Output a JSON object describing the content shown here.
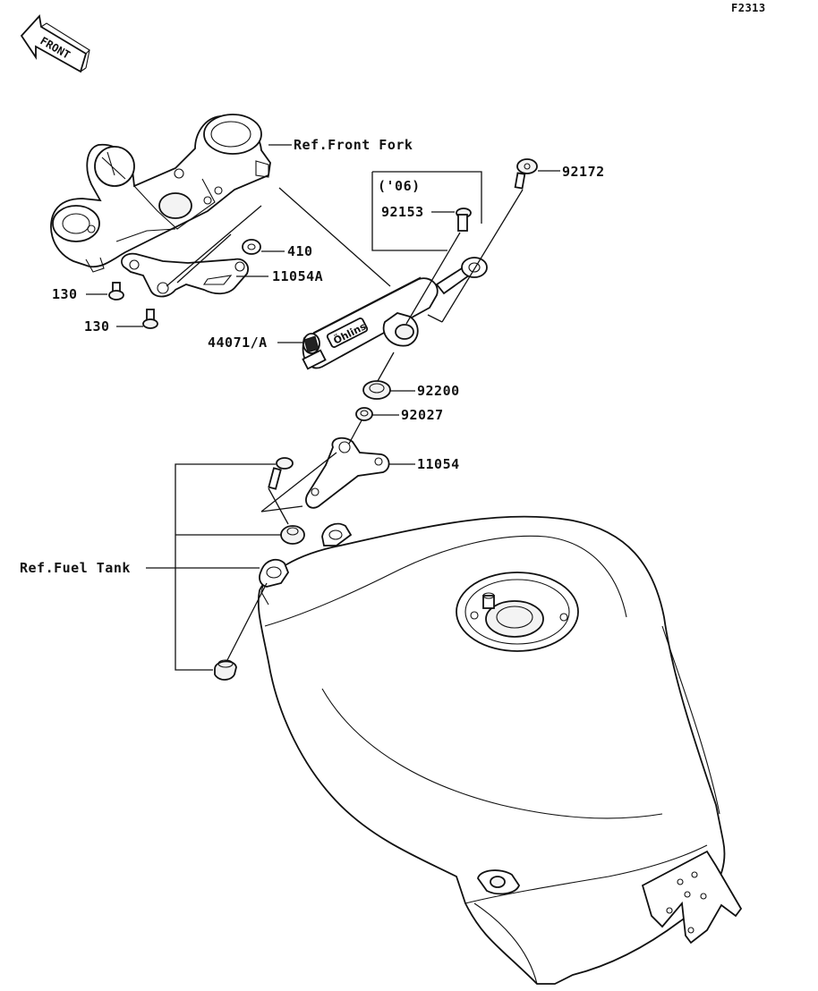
{
  "figure_code": "F2313",
  "front_arrow": "FRONT",
  "labels": {
    "ref_front_fork": "Ref.Front Fork",
    "p92172": "92172",
    "year_note": "('06)",
    "p92153": "92153",
    "p410": "410",
    "p11054a": "11054A",
    "p130_a": "130",
    "p130_b": "130",
    "p44071": "44071/A",
    "p92200": "92200",
    "p92027": "92027",
    "p11054": "11054",
    "ref_fuel_tank": "Ref.Fuel Tank"
  },
  "damper_brand": "Öhlins"
}
